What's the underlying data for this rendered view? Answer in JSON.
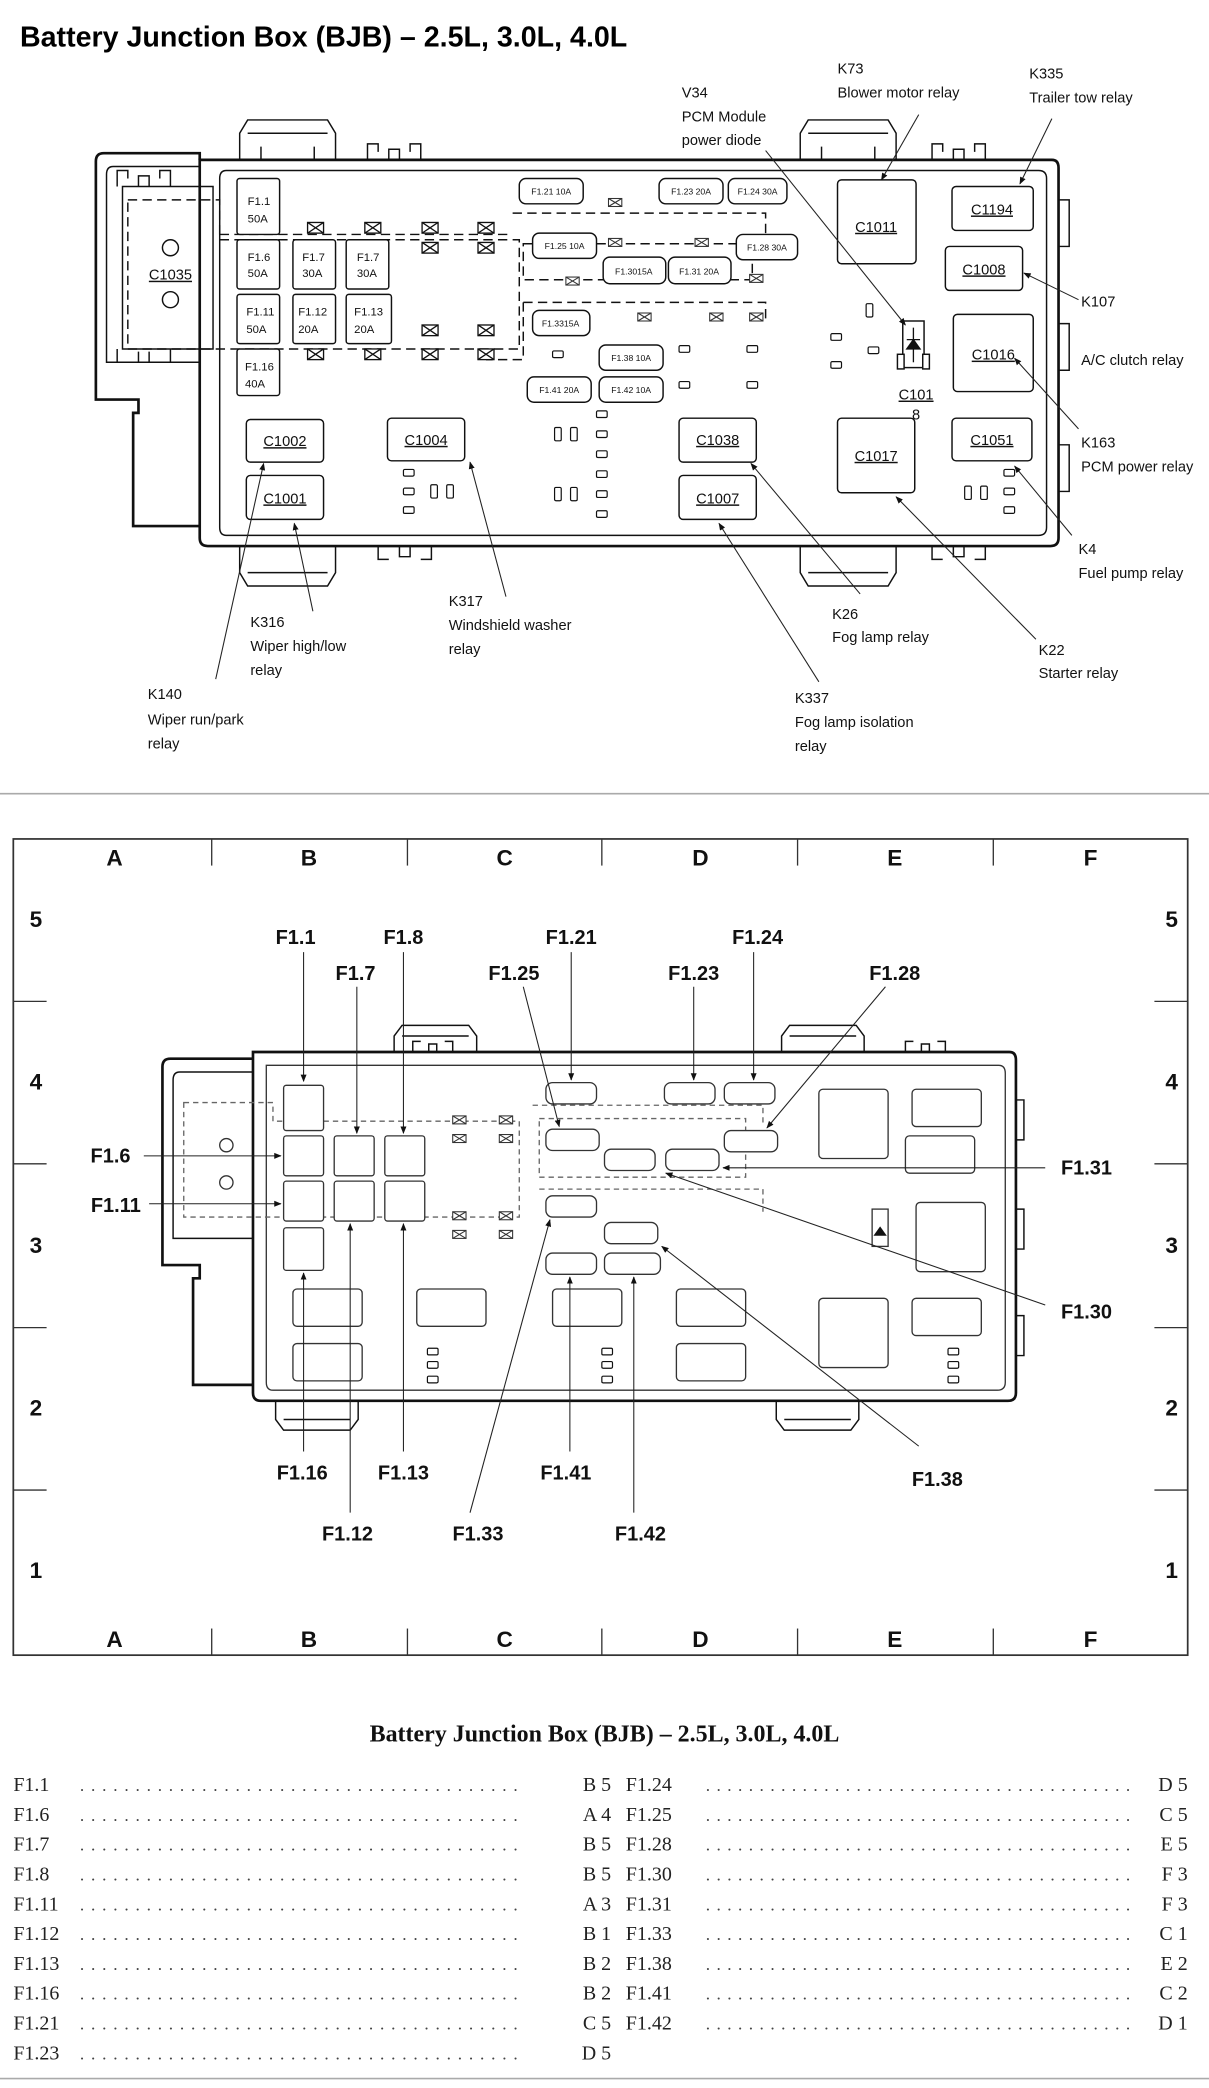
{
  "top_diagram": {
    "title": "Battery Junction Box (BJB) – 2.5L, 3.0L, 4.0L",
    "connectors": [
      {
        "id": "C1035"
      },
      {
        "id": "C1011"
      },
      {
        "id": "C1194"
      },
      {
        "id": "C1008"
      },
      {
        "id": "C1016"
      },
      {
        "id": "C1051"
      },
      {
        "id": "C1017"
      },
      {
        "id": "C1038"
      },
      {
        "id": "C1007"
      },
      {
        "id": "C1002"
      },
      {
        "id": "C1001"
      },
      {
        "id": "C1004"
      }
    ],
    "diode_connector": {
      "id": "C101",
      "pin": "8"
    },
    "maxi_fuses": [
      {
        "id": "F1.1",
        "rating": "50A"
      },
      {
        "id": "F1.6",
        "rating": "50A"
      },
      {
        "id": "F1.7",
        "rating": "30A"
      },
      {
        "id": "F1.7",
        "rating": "30A"
      },
      {
        "id": "F1.11",
        "rating": "50A"
      },
      {
        "id": "F1.12",
        "rating": "20A"
      },
      {
        "id": "F1.13",
        "rating": "20A"
      },
      {
        "id": "F1.16",
        "rating": "40A"
      }
    ],
    "mini_fuses": [
      {
        "label": "F1.21 10A"
      },
      {
        "label": "F1.23 20A"
      },
      {
        "label": "F1.24 30A"
      },
      {
        "label": "F1.25 10A"
      },
      {
        "label": "F1.3015A"
      },
      {
        "label": "F1.31 20A"
      },
      {
        "label": "F1.28 30A"
      },
      {
        "label": "F1.3315A"
      },
      {
        "label": "F1.38 10A"
      },
      {
        "label": "F1.41 20A"
      },
      {
        "label": "F1.42 10A"
      }
    ],
    "callouts": [
      {
        "code": "V34",
        "lines": [
          "PCM Module",
          "power diode"
        ]
      },
      {
        "code": "K73",
        "lines": [
          "Blower motor relay"
        ]
      },
      {
        "code": "K335",
        "lines": [
          "Trailer tow relay"
        ]
      },
      {
        "code": "K107",
        "lines": [
          "A/C clutch relay"
        ]
      },
      {
        "code": "K163",
        "lines": [
          "PCM power relay"
        ]
      },
      {
        "code": "K4",
        "lines": [
          "Fuel pump relay"
        ]
      },
      {
        "code": "K22",
        "lines": [
          "Starter relay"
        ]
      },
      {
        "code": "K26",
        "lines": [
          "Fog lamp relay"
        ]
      },
      {
        "code": "K337",
        "lines": [
          "Fog lamp isolation",
          "relay"
        ]
      },
      {
        "code": "K317",
        "lines": [
          "Windshield washer",
          "relay"
        ]
      },
      {
        "code": "K316",
        "lines": [
          "Wiper high/low",
          "relay"
        ]
      },
      {
        "code": "K140",
        "lines": [
          "Wiper run/park",
          "relay"
        ]
      }
    ]
  },
  "grid_diagram": {
    "columns": [
      "A",
      "B",
      "C",
      "D",
      "E",
      "F"
    ],
    "rows": [
      "5",
      "4",
      "3",
      "2",
      "1"
    ],
    "fuse_labels": [
      "F1.1",
      "F1.7",
      "F1.8",
      "F1.25",
      "F1.21",
      "F1.23",
      "F1.24",
      "F1.28",
      "F1.6",
      "F1.11",
      "F1.31",
      "F1.30",
      "F1.16",
      "F1.13",
      "F1.41",
      "F1.38",
      "F1.12",
      "F1.33",
      "F1.42"
    ]
  },
  "table": {
    "title": "Battery Junction Box (BJB) – 2.5L, 3.0L, 4.0L",
    "dots": "........................................",
    "left": [
      {
        "fuse": "F1.1",
        "location": "B 5"
      },
      {
        "fuse": "F1.6",
        "location": "A 4"
      },
      {
        "fuse": "F1.7",
        "location": "B 5"
      },
      {
        "fuse": "F1.8",
        "location": "B 5"
      },
      {
        "fuse": "F1.11",
        "location": "A 3"
      },
      {
        "fuse": "F1.12",
        "location": "B 1"
      },
      {
        "fuse": "F1.13",
        "location": "B 2"
      },
      {
        "fuse": "F1.16",
        "location": "B 2"
      },
      {
        "fuse": "F1.21",
        "location": "C 5"
      },
      {
        "fuse": "F1.23",
        "location": "D 5"
      }
    ],
    "right": [
      {
        "fuse": "F1.24",
        "location": "D 5"
      },
      {
        "fuse": "F1.25",
        "location": "C 5"
      },
      {
        "fuse": "F1.28",
        "location": "E 5"
      },
      {
        "fuse": "F1.30",
        "location": "F 3"
      },
      {
        "fuse": "F1.31",
        "location": "F 3"
      },
      {
        "fuse": "F1.33",
        "location": "C 1"
      },
      {
        "fuse": "F1.38",
        "location": "E 2"
      },
      {
        "fuse": "F1.41",
        "location": "C 2"
      },
      {
        "fuse": "F1.42",
        "location": "D 1"
      }
    ]
  }
}
